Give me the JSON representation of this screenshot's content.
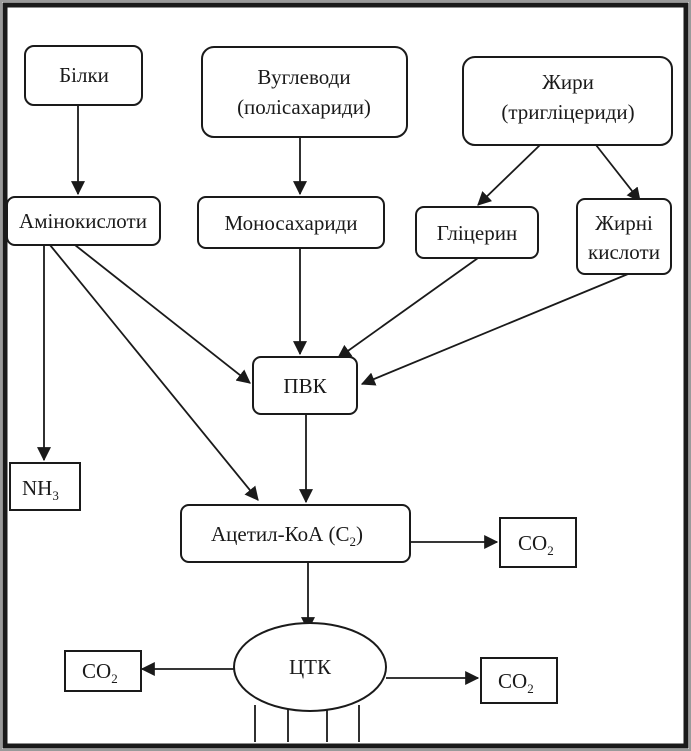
{
  "nodes": {
    "proteins": "Білки",
    "carbs_line1": "Вуглеводи",
    "carbs_line2": "(полісахариди)",
    "fats_line1": "Жири",
    "fats_line2": "(тригліцериди)",
    "amino_acids": "Амінокислоти",
    "monosaccharides": "Моносахариди",
    "glycerol": "Гліцерин",
    "fatty_acids_line1": "Жирні",
    "fatty_acids_line2": "кислоти",
    "pvk": "ПВК",
    "nh3_main": "NH",
    "nh3_sub": "3",
    "acetyl_main": "Ацетил-КоА (С",
    "acetyl_sub": "2",
    "acetyl_close": ")",
    "co2_main": "CO",
    "co2_sub": "2",
    "tca": "ЦТК"
  },
  "colors": {
    "ink": "#1a1a1a",
    "frame_outer": "#8c8c8c",
    "background": "#ffffff"
  }
}
